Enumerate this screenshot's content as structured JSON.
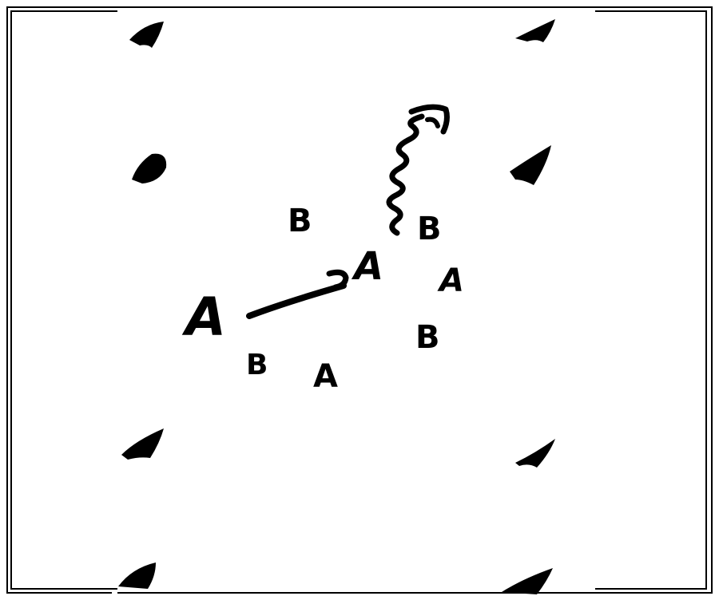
{
  "diagram": {
    "type": "hand-drawn drill diagram",
    "ink_color": "#000000",
    "background_color": "#ffffff",
    "field_markers": {
      "shape": "cone",
      "count": 8,
      "columns": [
        "left",
        "right"
      ],
      "rows": 4
    },
    "players": [
      {
        "id": "player-a-main",
        "label": "A"
      },
      {
        "id": "player-a-center",
        "label": "A"
      },
      {
        "id": "player-a-right",
        "label": "A"
      },
      {
        "id": "player-a-bottom",
        "label": "A"
      },
      {
        "id": "player-b-upper-left",
        "label": "B"
      },
      {
        "id": "player-b-upper-right",
        "label": "B"
      },
      {
        "id": "player-b-lower-left",
        "label": "B"
      },
      {
        "id": "player-b-lower-right",
        "label": "B"
      }
    ],
    "arrows": [
      {
        "id": "pass-arrow",
        "style": "straight",
        "from": "player-a-main",
        "to": "player-a-center"
      },
      {
        "id": "dribble-arrow",
        "style": "zigzag",
        "from": "player-a-center",
        "to": "top"
      }
    ]
  }
}
